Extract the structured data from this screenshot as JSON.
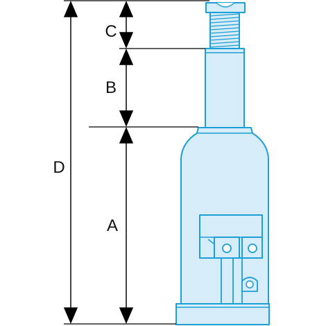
{
  "labels": {
    "a": "A",
    "b": "B",
    "c": "C",
    "d": "D"
  },
  "colors": {
    "body_fill": "#d6ecf8",
    "body_stroke": "#1a9fd6",
    "dimension_lines": "#000000"
  }
}
